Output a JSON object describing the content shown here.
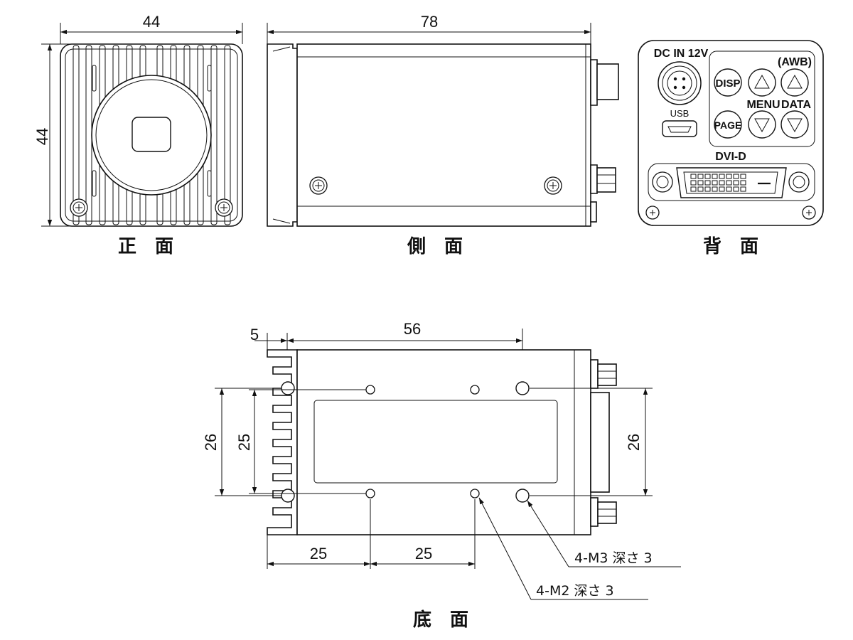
{
  "views": {
    "front": "正　面",
    "side": "側　面",
    "rear": "背　面",
    "bottom": "底　面"
  },
  "dimensions": {
    "front_width": "44",
    "front_height": "44",
    "side_length": "78",
    "bottom_offset": "5",
    "bottom_hole_span": "56",
    "bottom_outer_height": "26",
    "bottom_inner_height": "25",
    "bottom_right_height": "26",
    "bottom_left_pitch": "25",
    "bottom_mid_pitch": "25"
  },
  "rear_labels": {
    "dc_in": "DC IN 12V",
    "usb": "USB",
    "dvi": "DVI-D",
    "awb": "(AWB)",
    "menu": "MENU",
    "data": "DATA",
    "disp": "DISP",
    "page": "PAGE"
  },
  "callouts": {
    "m3": "4-M3 深さ 3",
    "m2": "4-M2 深さ 3"
  }
}
